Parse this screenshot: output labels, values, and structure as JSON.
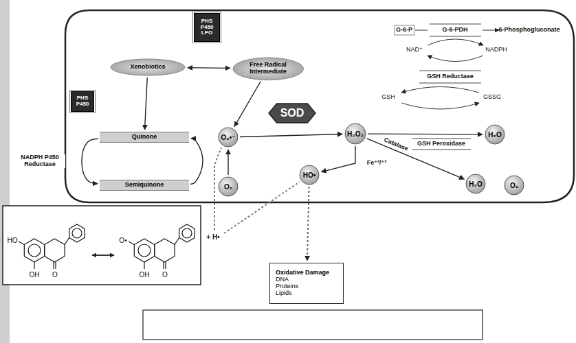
{
  "diagram": {
    "nodes": [
      {
        "text": [
          "PHS P450 LPO"
        ]
      },
      {
        "text": [
          "Xenobiotics"
        ]
      },
      {
        "text": [
          "Free Radical Intermediate"
        ]
      },
      {
        "text": [
          "PHS P450"
        ]
      },
      {
        "text": [
          "Quinone"
        ]
      },
      {
        "text": [
          "Semiquinone"
        ]
      },
      {
        "text": [
          "O₂•⁻"
        ]
      },
      {
        "text": [
          "O₂"
        ]
      },
      {
        "text": [
          "SOD"
        ]
      },
      {
        "text": [
          "H₂O₂"
        ]
      },
      {
        "text": [
          "H₂O"
        ]
      },
      {
        "text": [
          "H₂O"
        ]
      },
      {
        "text": [
          "O₂"
        ]
      },
      {
        "text": [
          "HO•"
        ]
      },
      {
        "text": [
          "Oxidative Damage",
          "DNA Proteins Lipids"
        ]
      }
    ],
    "edges": [
      {
        "from": 1,
        "to": 2,
        "arrow": "both"
      },
      {
        "from": 1,
        "to": 4,
        "arrow": "to"
      },
      {
        "from": 2,
        "to": 6,
        "arrow": "to"
      },
      {
        "from": 4,
        "to": 5,
        "arrow": "to",
        "label": "NADPH P450 Reductase"
      },
      {
        "from": 5,
        "to": 4,
        "arrow": "to"
      },
      {
        "from": 7,
        "to": 6,
        "arrow": "to"
      },
      {
        "from": 6,
        "to": 9,
        "arrow": "to"
      },
      {
        "from": 9,
        "to": 10,
        "arrow": "to",
        "label": "GSH Peroxidase"
      },
      {
        "from": 9,
        "to": 11,
        "arrow": "to",
        "label": "Catalase"
      },
      {
        "from": 9,
        "to": 13,
        "arrow": "to",
        "label": "Fe⁺²/⁺³"
      },
      {
        "from": 13,
        "to": 14,
        "arrow": "to"
      }
    ],
    "labels": [
      "G-6-P",
      "G-6-PDH",
      "6-Phosphogluconate",
      "NAD⁺",
      "NADPH",
      "GSH Reductase",
      "GSH",
      "GSSG",
      "+ H•",
      "HO",
      "OH",
      "O",
      "O•",
      "OH",
      "O"
    ]
  }
}
